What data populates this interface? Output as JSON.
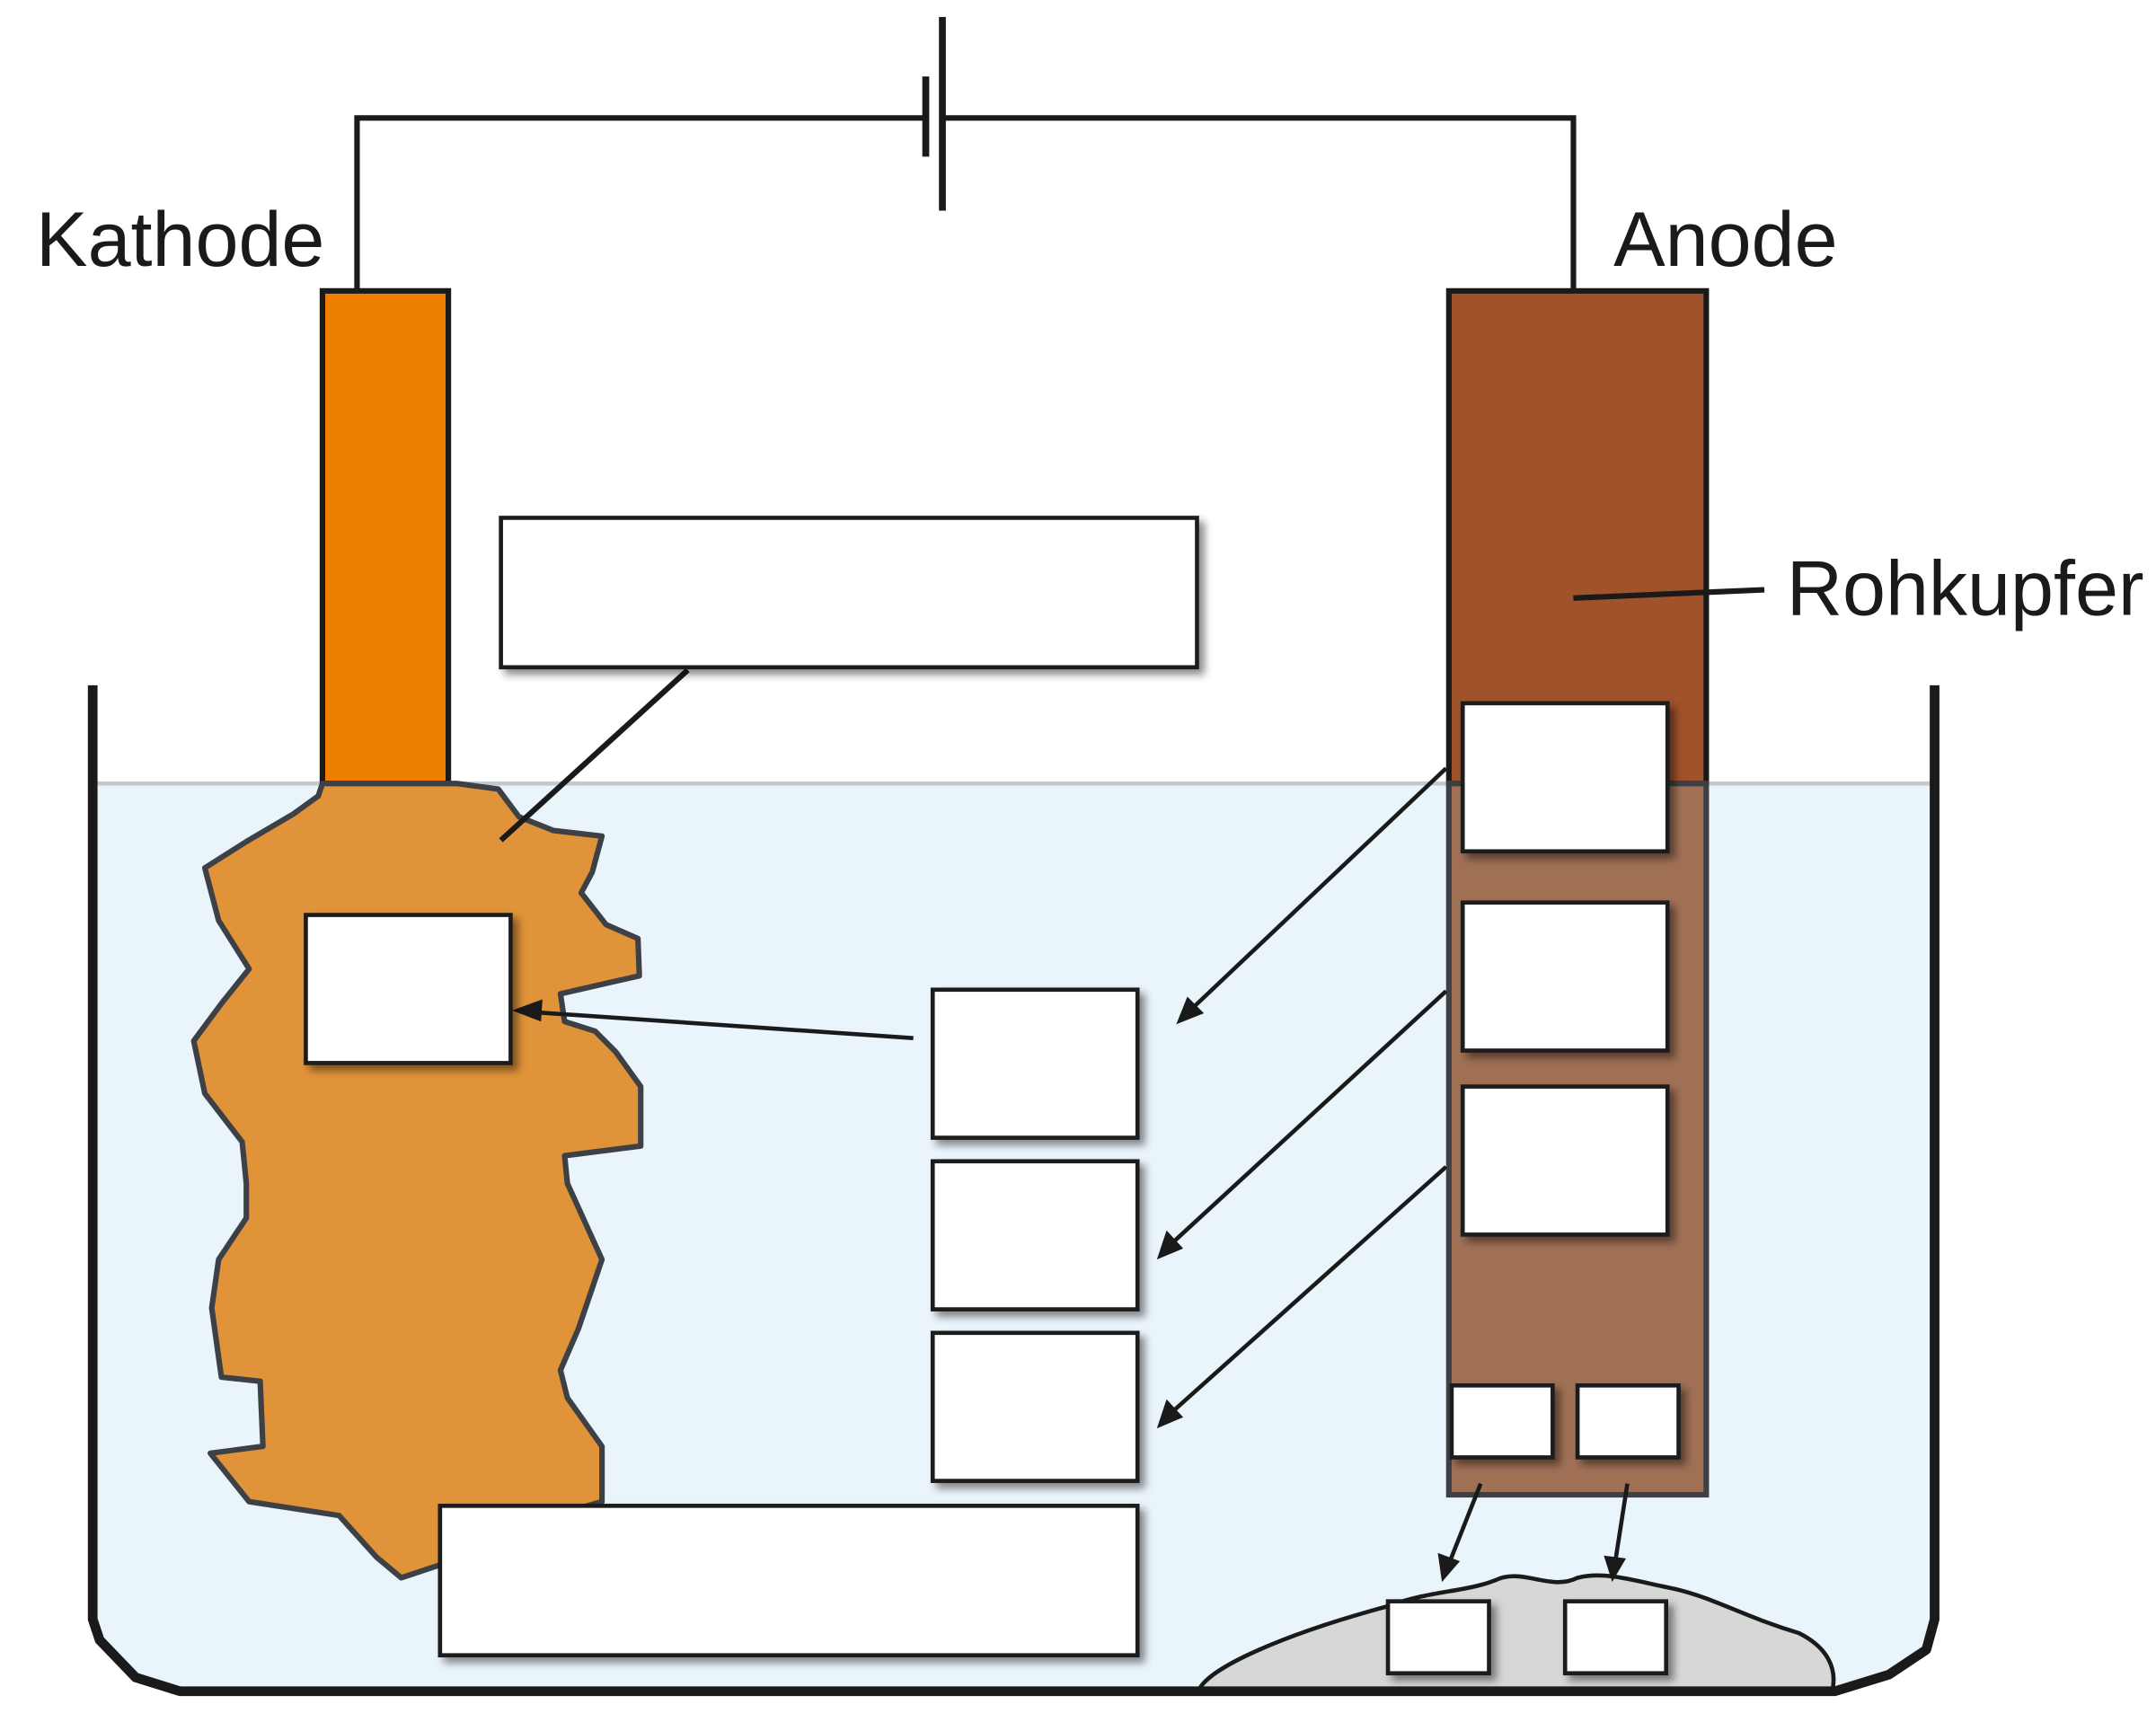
{
  "labels": {
    "cathode": "Kathode",
    "anode": "Anode",
    "raw_copper": "Rohkupfer"
  },
  "colors": {
    "cathode_rod": "#ee7f00",
    "cathode_deposit": "#e09338",
    "anode": "#a0522a",
    "anode_submerged": "#a07055",
    "electrolyte": "#eaf4fb",
    "sludge": "#d6d8d8",
    "outline": "#1a1a1a"
  },
  "blank_label_boxes": 13
}
